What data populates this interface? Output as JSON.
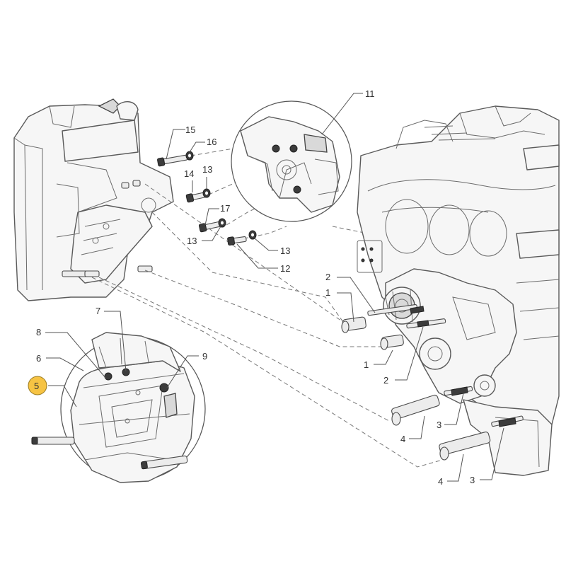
{
  "callouts": [
    {
      "id": "c15",
      "label": "15"
    },
    {
      "id": "c16",
      "label": "16"
    },
    {
      "id": "c14",
      "label": "14"
    },
    {
      "id": "c13a",
      "label": "13"
    },
    {
      "id": "c17",
      "label": "17"
    },
    {
      "id": "c13b",
      "label": "13"
    },
    {
      "id": "c13c",
      "label": "13"
    },
    {
      "id": "c12",
      "label": "12"
    },
    {
      "id": "c11",
      "label": "11"
    },
    {
      "id": "c2a",
      "label": "2"
    },
    {
      "id": "c1a",
      "label": "1"
    },
    {
      "id": "c1b",
      "label": "1"
    },
    {
      "id": "c2b",
      "label": "2"
    },
    {
      "id": "c3a",
      "label": "3"
    },
    {
      "id": "c4a",
      "label": "4"
    },
    {
      "id": "c4b",
      "label": "4"
    },
    {
      "id": "c3b",
      "label": "3"
    },
    {
      "id": "c7",
      "label": "7"
    },
    {
      "id": "c8",
      "label": "8"
    },
    {
      "id": "c6",
      "label": "6"
    },
    {
      "id": "c9",
      "label": "9"
    },
    {
      "id": "c5",
      "label": "5"
    }
  ],
  "highlight": {
    "label": "5",
    "color": "#f6c343"
  }
}
